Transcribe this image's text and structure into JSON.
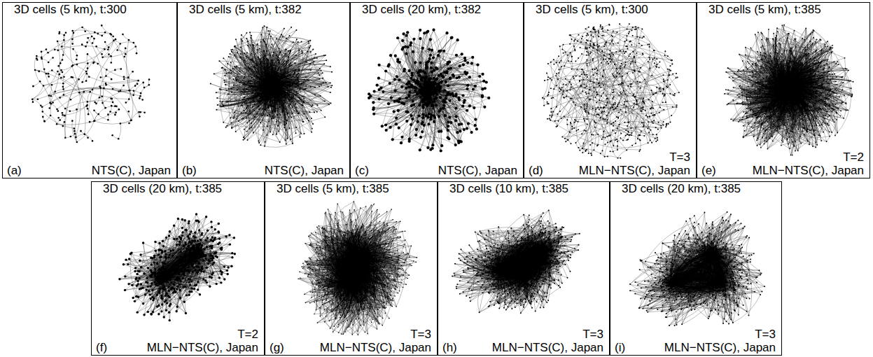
{
  "diagram": {
    "nodes": [
      {
        "text": [
          "3D cells (5 km), t:300",
          "(a)",
          "NTS(C), Japan"
        ]
      },
      {
        "text": [
          "3D cells (5 km), t:382",
          "(b)",
          "NTS(C), Japan"
        ]
      },
      {
        "text": [
          "3D cells (20 km), t:382",
          "(c)",
          "NTS(C), Japan"
        ]
      },
      {
        "text": [
          "3D cells (5 km), t:300",
          "T=3",
          "(d)",
          "MLN−NTS(C), Japan"
        ]
      },
      {
        "text": [
          "3D cells (5 km), t:385",
          "T=2",
          "(e)",
          "MLN−NTS(C), Japan"
        ]
      },
      {
        "text": [
          "3D cells (20 km), t:385",
          "T=2",
          "(f)",
          "MLN−NTS(C), Japan"
        ]
      },
      {
        "text": [
          "3D cells (5 km), t:385",
          "T=3",
          "(g)",
          "MLN−NTS(C), Japan"
        ]
      },
      {
        "text": [
          "3D cells (10 km), t:385",
          "T=3",
          "(h)",
          "MLN−NTS(C), Japan"
        ]
      },
      {
        "text": [
          "3D cells (20 km), t:385",
          "T=3",
          "(i)",
          "MLN−NTS(C), Japan"
        ]
      }
    ]
  }
}
